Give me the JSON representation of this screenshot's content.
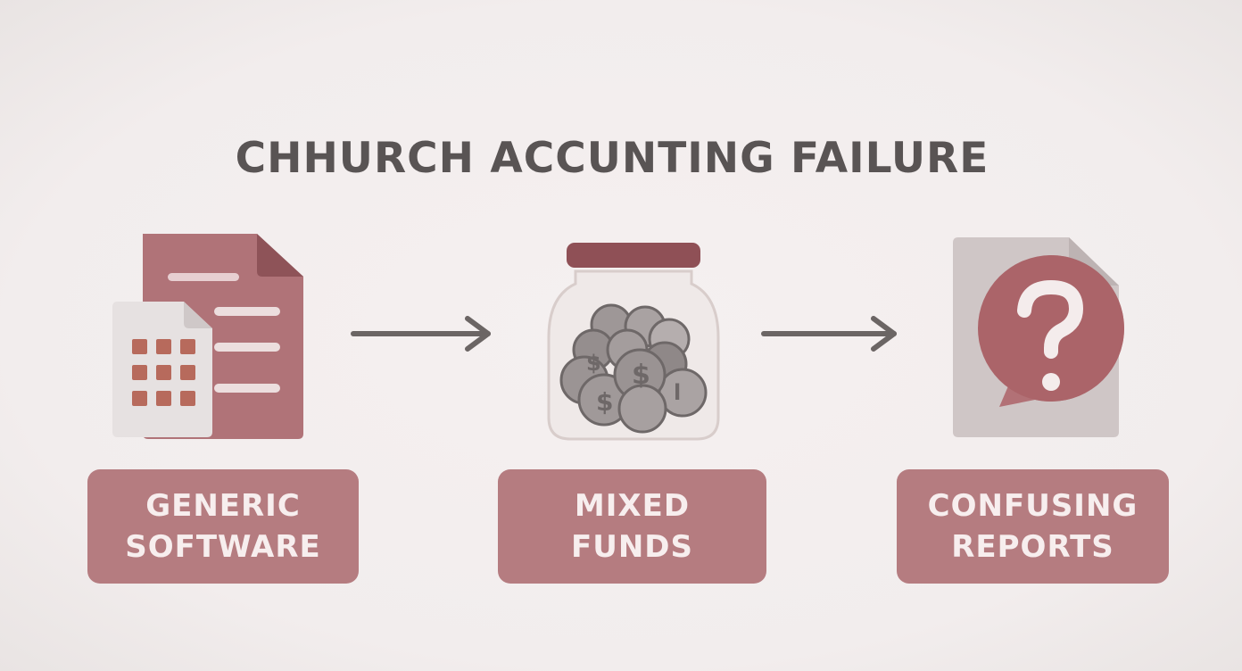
{
  "title": "CHHURCH ACCUNTING FAILURE",
  "steps": [
    {
      "icon": "spreadsheet-document-icon",
      "line1": "GENERIC",
      "line2": "SOFTWARE"
    },
    {
      "icon": "coin-jar-icon",
      "line1": "MIXED",
      "line2": "FUNDS"
    },
    {
      "icon": "question-report-icon",
      "line1": "CONFUSING",
      "line2": "REPORTS"
    }
  ],
  "colors": {
    "accent": "#b57c80",
    "accent_dark": "#a7676d",
    "text": "#595454",
    "arrow": "#6b6564",
    "label_text": "#f7eeee",
    "background": "#f2eded"
  }
}
